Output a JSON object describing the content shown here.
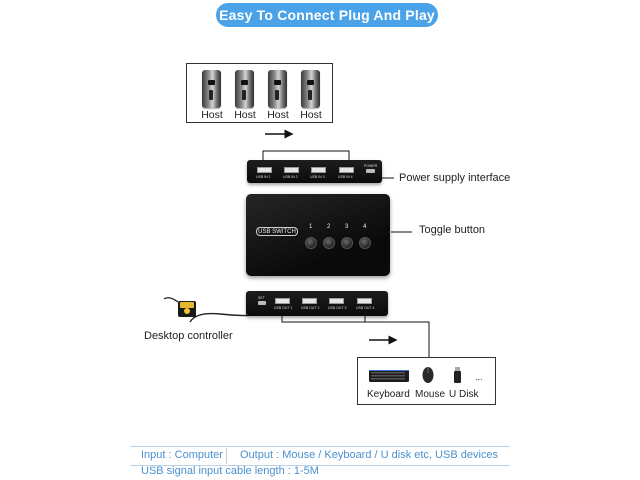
{
  "banner": {
    "title": "Easy To Connect  Plug And Play"
  },
  "hosts": [
    {
      "label": "Host"
    },
    {
      "label": "Host"
    },
    {
      "label": "Host"
    },
    {
      "label": "Host"
    }
  ],
  "switch": {
    "logo": "USB SWITCH",
    "buttons": [
      "1",
      "2",
      "3",
      "4"
    ],
    "input_ports": [
      "USB IN 1",
      "USB IN 2",
      "USB IN 3",
      "USB IN 4"
    ],
    "power_port": "POWER",
    "output_ports": [
      "USB OUT 1",
      "USB OUT 2",
      "USB OUT 3",
      "USB OUT 4"
    ],
    "set_port": "SET"
  },
  "labels": {
    "power_supply": "Power supply interface",
    "toggle_button": "Toggle button",
    "desktop_controller": "Desktop controller"
  },
  "peripherals": [
    {
      "label": "Keyboard",
      "icon": "keyboard-icon"
    },
    {
      "label": "Mouse",
      "icon": "mouse-icon"
    },
    {
      "label": "U Disk",
      "icon": "usb-disk-icon"
    },
    {
      "label": "...",
      "icon": "ellipsis"
    }
  ],
  "footer": {
    "input": "Input : Computer",
    "output": "Output : Mouse / Keyboard / U disk etc, USB devices",
    "cable": "USB signal input cable length : 1-5M"
  },
  "colors": {
    "banner": "#4aa3e8",
    "footer_text": "#4a90cf"
  }
}
